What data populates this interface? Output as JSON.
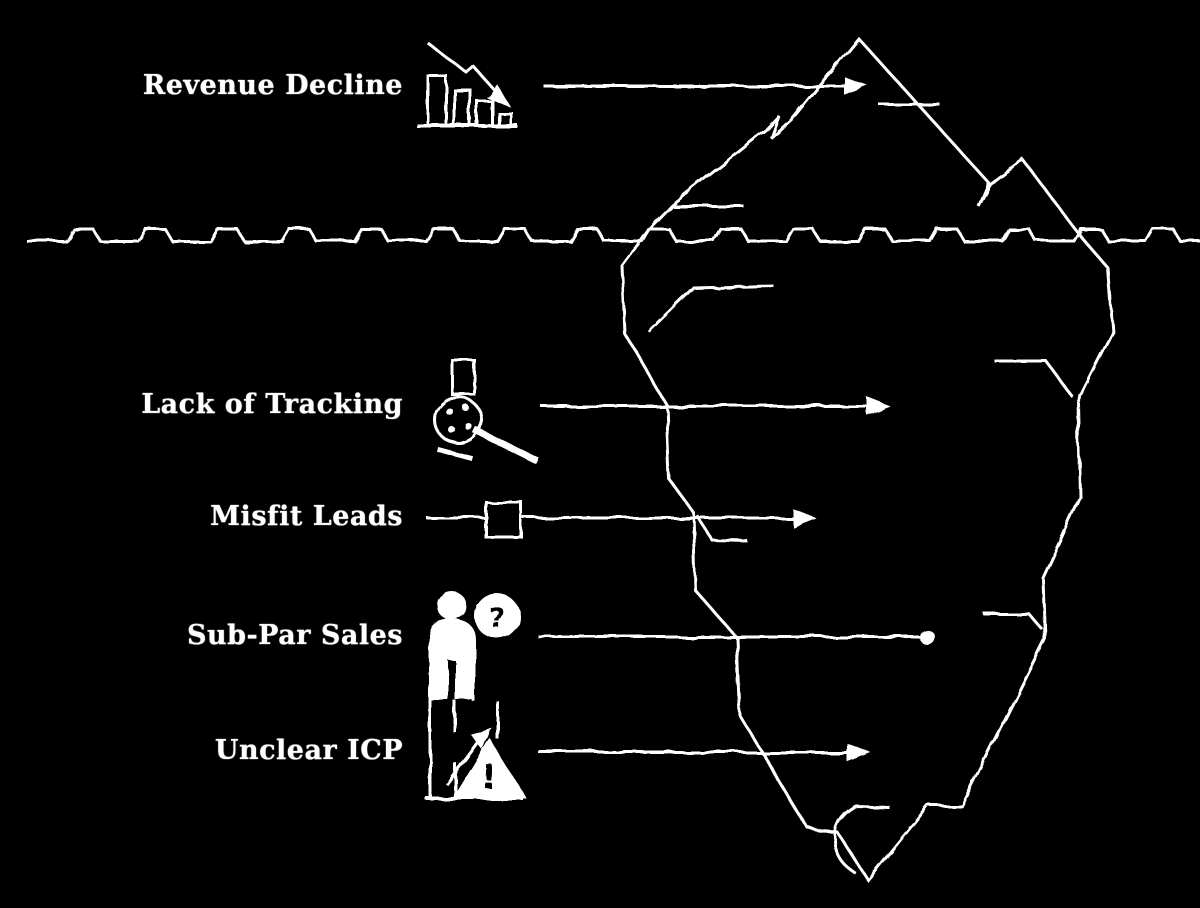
{
  "colors": {
    "background": "#000000",
    "ink": "#ffffff"
  },
  "diagram": {
    "type": "iceberg",
    "items": [
      {
        "label": "Revenue Decline",
        "icon": "declining-bar-chart-icon",
        "zone": "above-water"
      },
      {
        "label": "Lack of Tracking",
        "icon": "footprints-magnifier-icon",
        "zone": "below-water"
      },
      {
        "label": "Misfit Leads",
        "icon": "square-marker-icon",
        "zone": "below-water"
      },
      {
        "label": "Sub-Par Sales",
        "icon": "person-question-icon",
        "zone": "below-water"
      },
      {
        "label": "Unclear ICP",
        "icon": "warning-chart-icon",
        "zone": "below-water"
      }
    ],
    "glyphs": {
      "question_mark": "?",
      "exclamation": "!"
    }
  }
}
